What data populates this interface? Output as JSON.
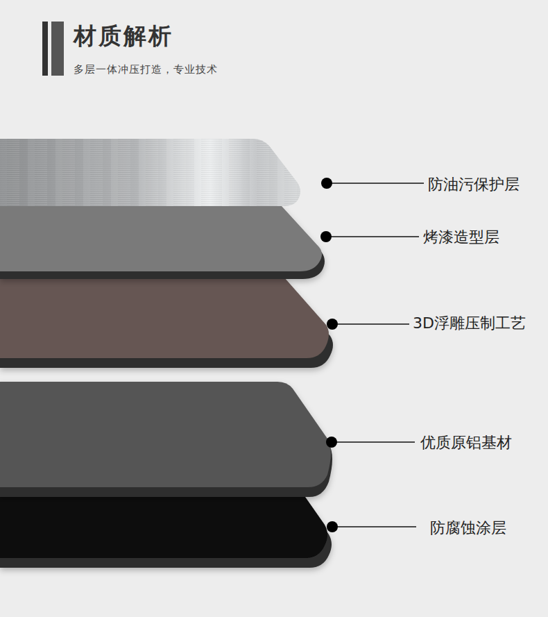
{
  "diagram": {
    "title": "材质解析",
    "caption": "多层一体冲压打造，专业技术",
    "labels": [
      "防油污保护层",
      "烤漆造型层",
      "3D浮雕压制工艺",
      "优质原铝基材",
      "防腐蚀涂层"
    ]
  }
}
